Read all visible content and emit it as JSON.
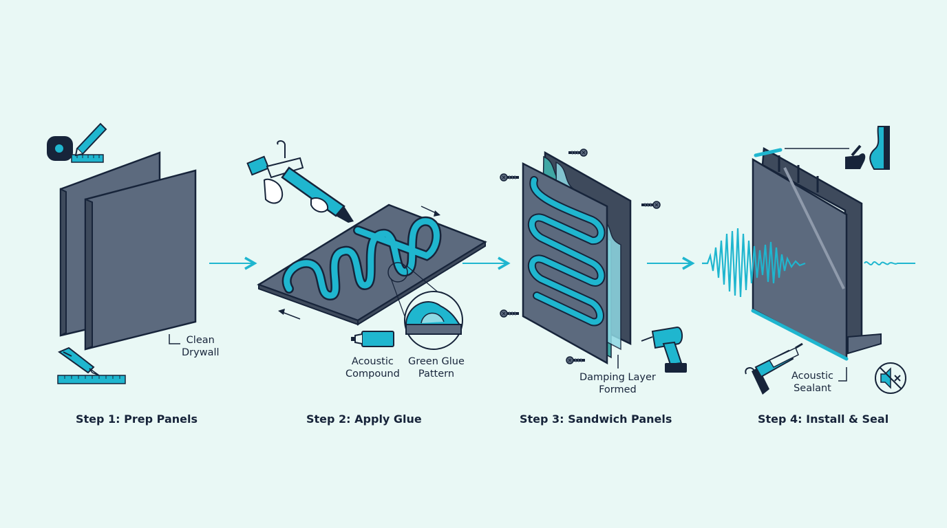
{
  "steps": [
    {
      "title": "Step 1: Prep Panels",
      "notes": [
        "Clean",
        "Drywall"
      ]
    },
    {
      "title": "Step 2: Apply Glue",
      "notes": [
        "Acoustic",
        "Compound"
      ],
      "notes_b": [
        "Green Glue",
        "Pattern"
      ]
    },
    {
      "title": "Step 3: Sandwich Panels",
      "notes": [
        "Damping Layer",
        "Formed"
      ]
    },
    {
      "title": "Step 4: Install & Seal",
      "notes": [
        "Acoustic",
        "Sealant"
      ]
    }
  ],
  "colors": {
    "background": "#e9f8f5",
    "outline": "#17243a",
    "panel": "#5c6a7e",
    "panel_dark": "#3e4a5c",
    "glue": "#1fb6cf",
    "glue_light": "#8fd9e4",
    "damping": "#3fa7a4"
  },
  "icons": [
    "tape-measure-icon",
    "pencil-icon",
    "utility-knife-icon",
    "ruler-icon",
    "caulk-gun-icon",
    "glue-tube-icon",
    "screw-icon",
    "drill-icon",
    "sound-wave-icon",
    "mute-icon",
    "trowel-icon",
    "arrow-right-icon"
  ]
}
